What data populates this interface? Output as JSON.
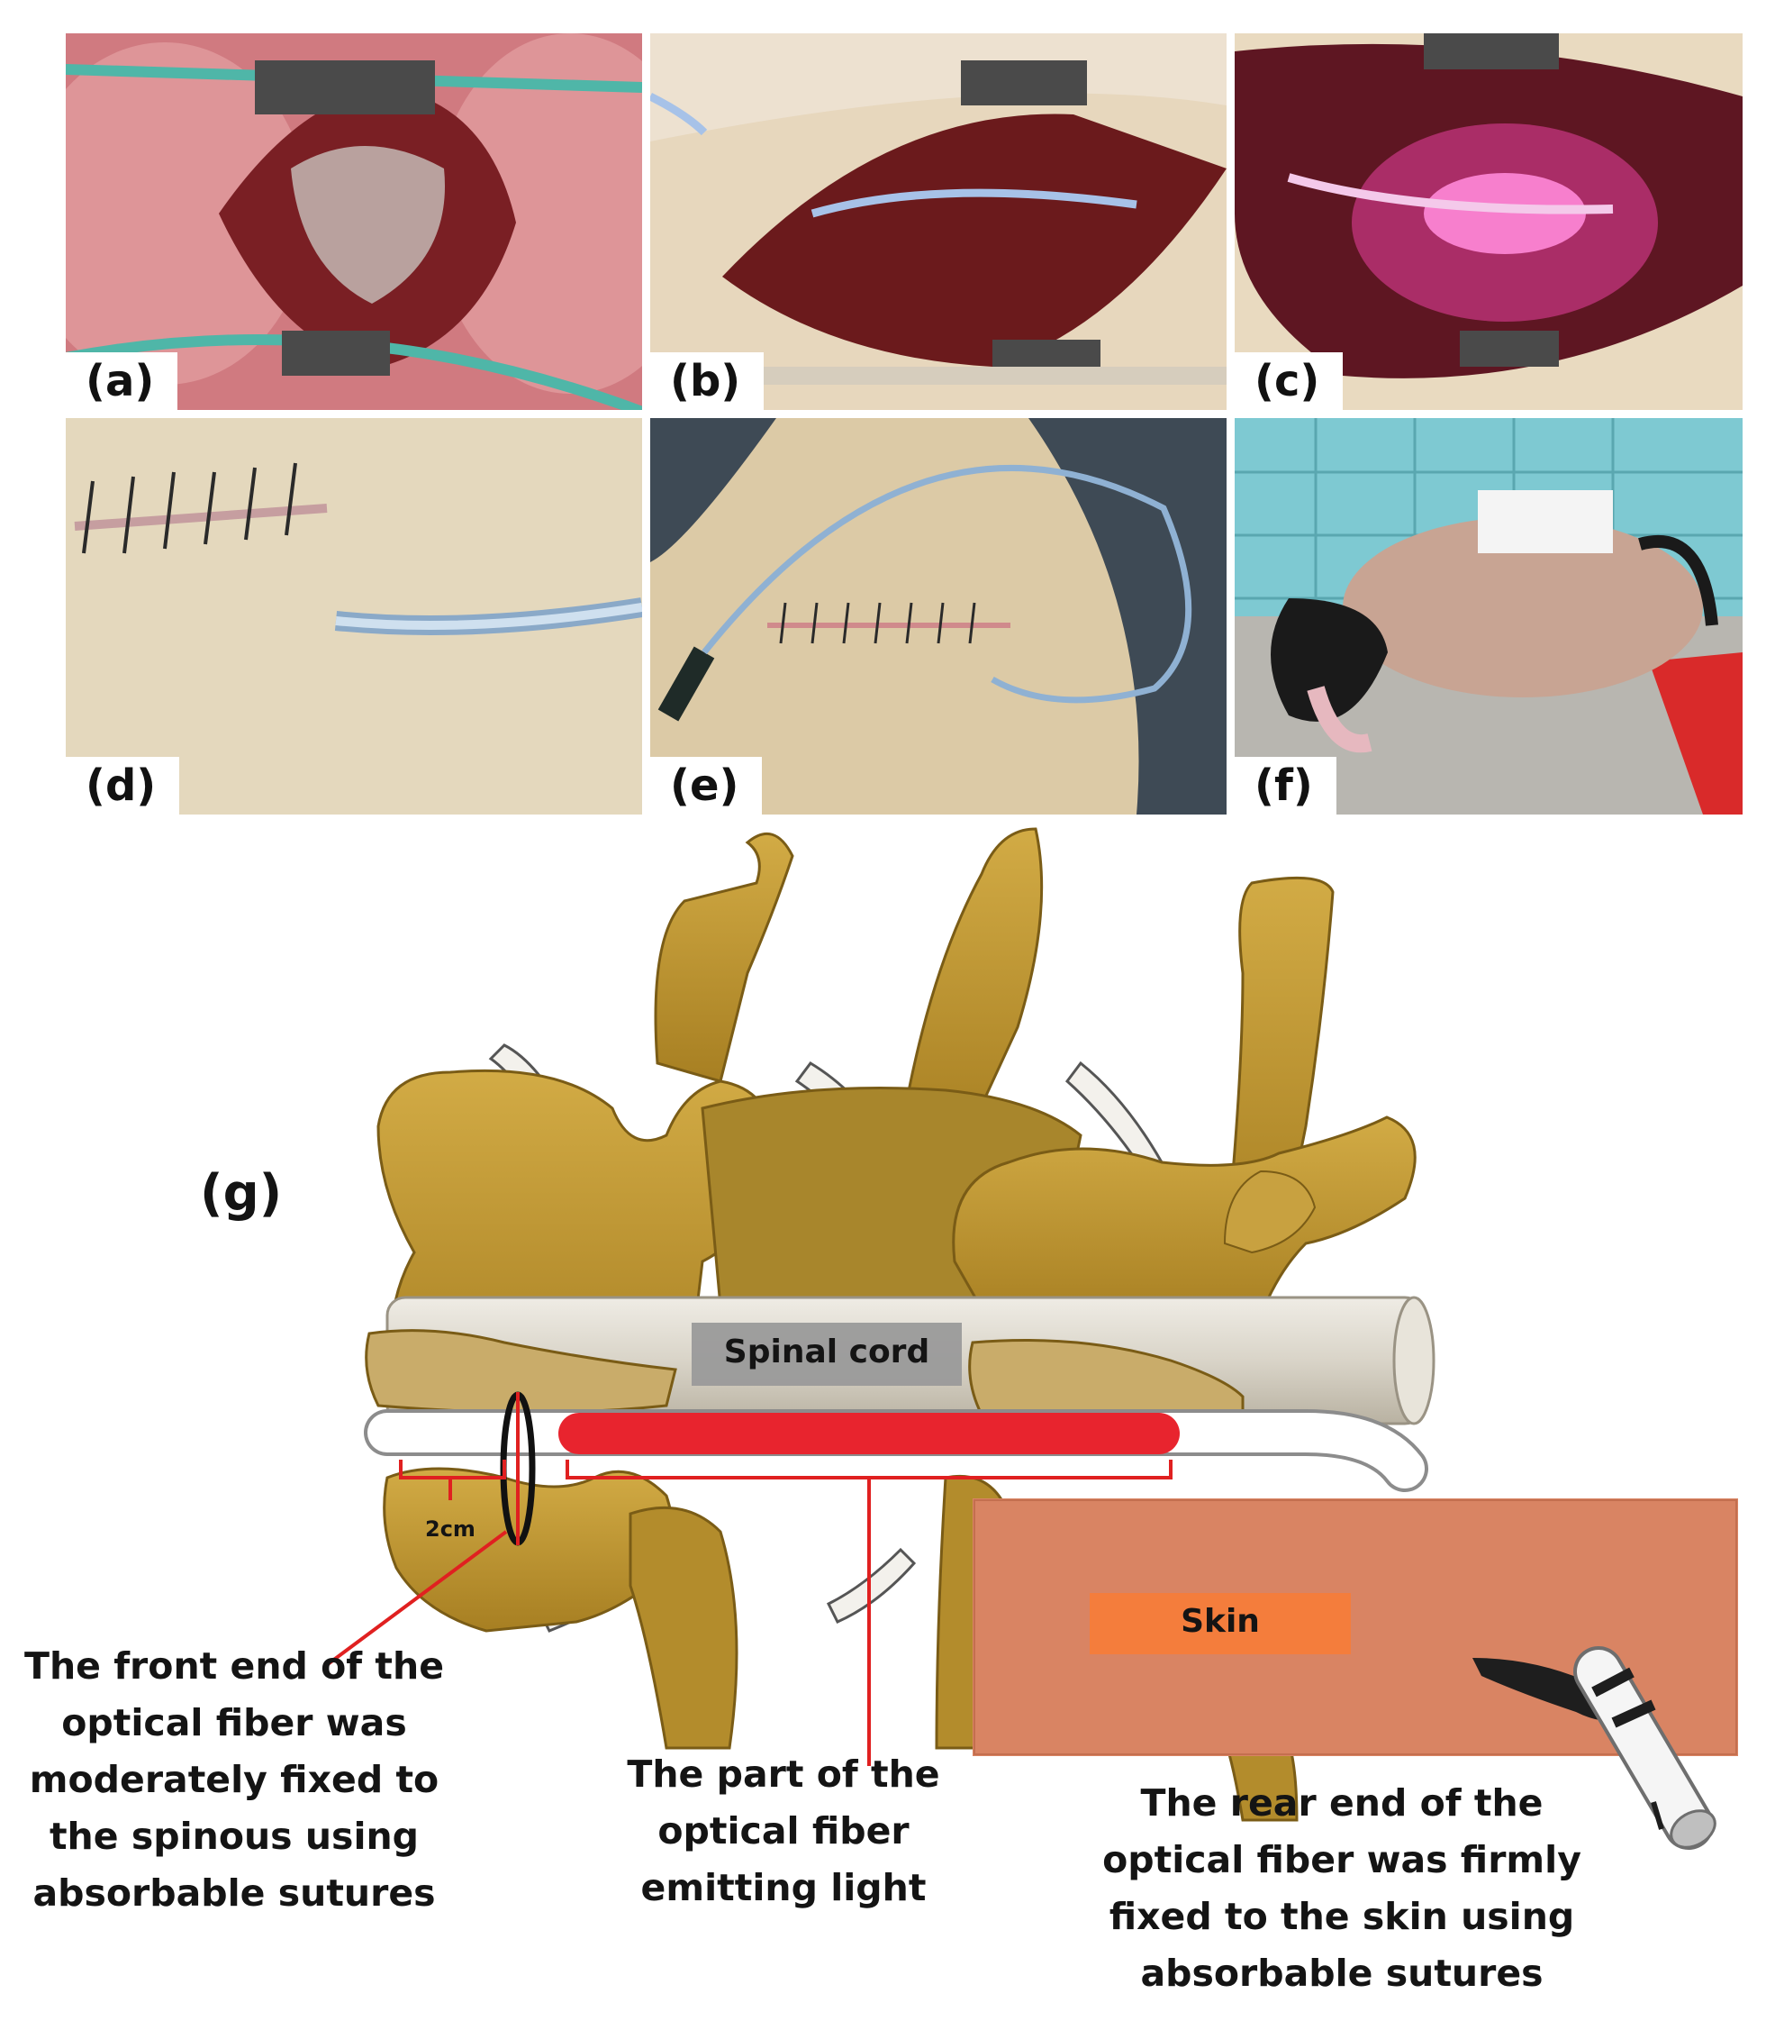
{
  "panels": [
    {
      "id": "a",
      "label": "(a)"
    },
    {
      "id": "b",
      "label": "(b)"
    },
    {
      "id": "c",
      "label": "(c)"
    },
    {
      "id": "d",
      "label": "(d)"
    },
    {
      "id": "e",
      "label": "(e)"
    },
    {
      "id": "f",
      "label": "(f)"
    }
  ],
  "diagram": {
    "label": "(g)",
    "spinal_cord_label": "Spinal cord",
    "skin_label": "Skin",
    "distance_label": "2cm",
    "caption_front": [
      "The front end of the",
      "optical fiber was",
      "moderately fixed to",
      "the spinous using",
      "absorbable sutures"
    ],
    "caption_middle": [
      "The part of the",
      "optical fiber",
      "emitting light"
    ],
    "caption_rear": [
      "The rear end of the",
      "optical fiber was firmly",
      "fixed to the skin using",
      "absorbable sutures"
    ]
  },
  "colors": {
    "bone": "#c19a33",
    "bone_dark": "#8a6a1c",
    "cord": "#d8d3c8",
    "fiber_light": "#e8242e",
    "skin_box": "#d98463",
    "skin_label_bg": "#f47d3c",
    "spinal_label_bg": "#9a9a9a",
    "annotation_red": "#e02020"
  }
}
